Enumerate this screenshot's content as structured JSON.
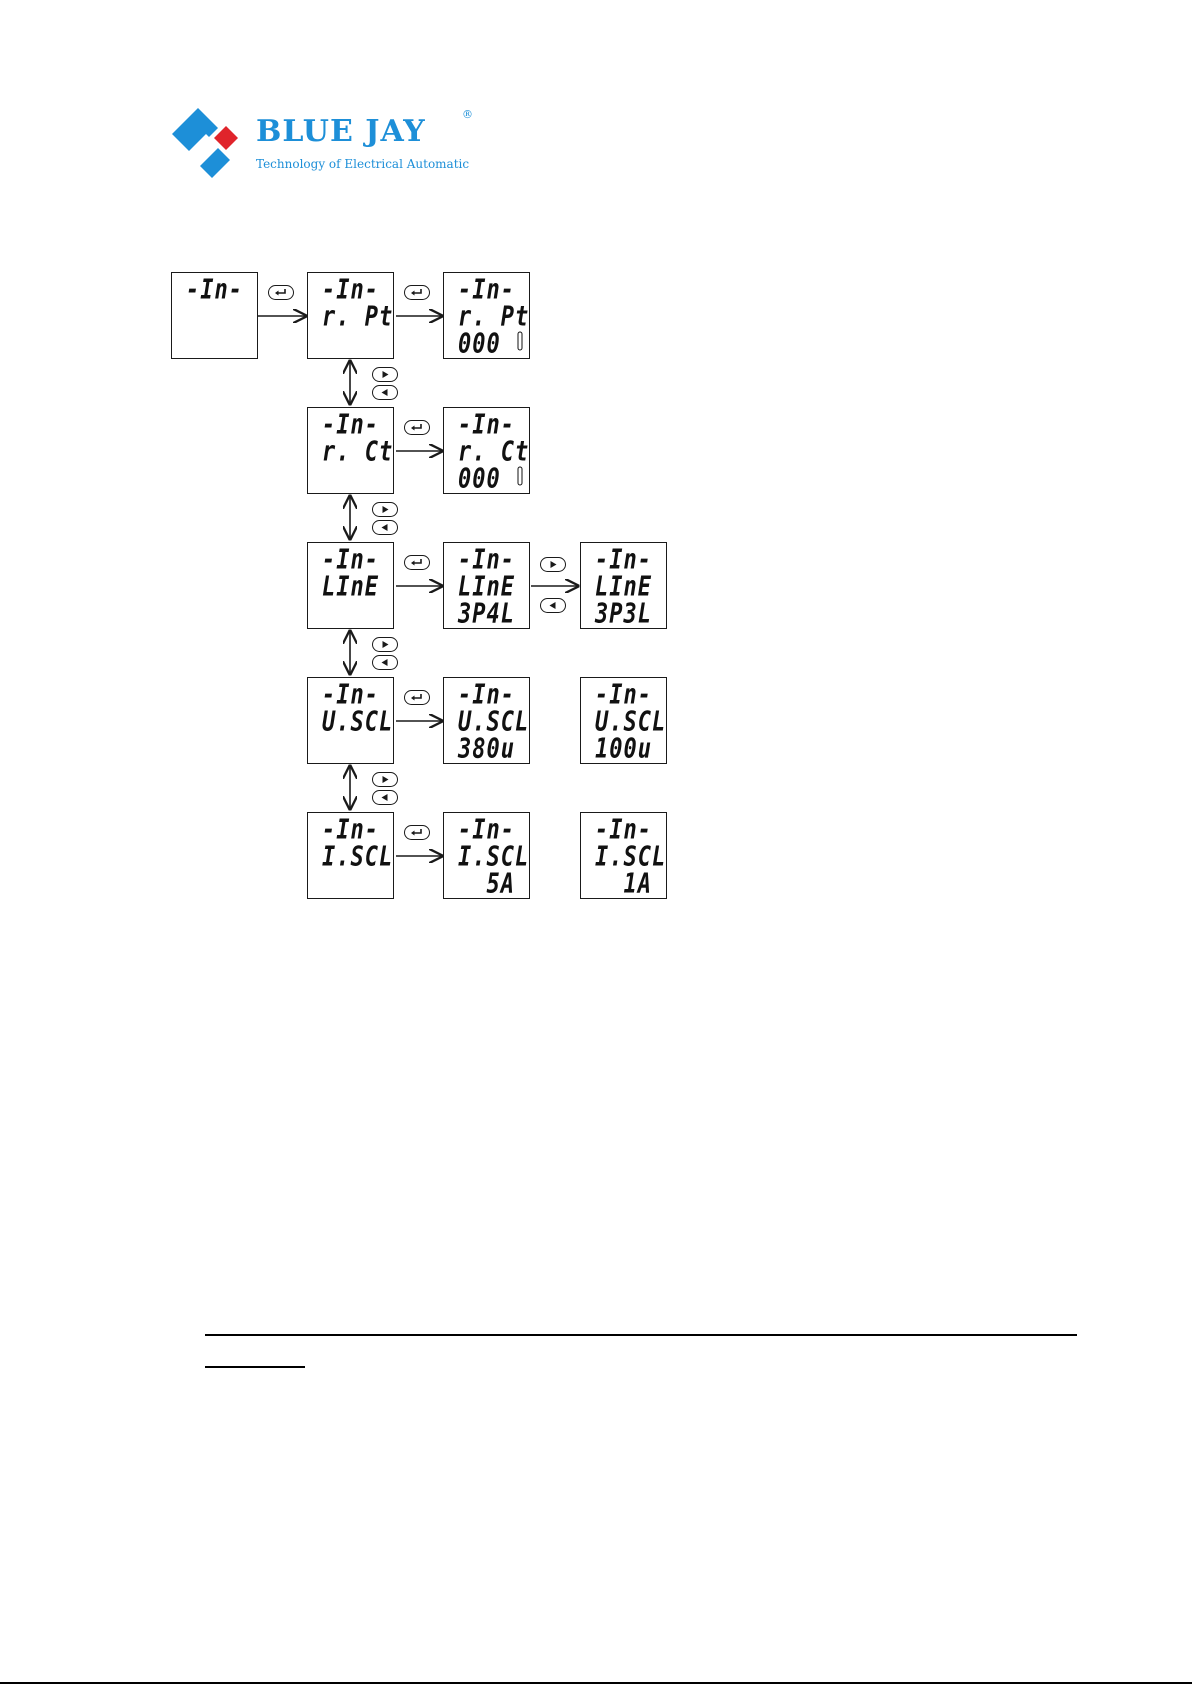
{
  "brand": {
    "name": "BLUE JAY",
    "registered": "®",
    "tagline": "Technology of Electrical Automatic",
    "colors": {
      "blue": "#1d8fd8",
      "red": "#e0242b"
    }
  },
  "diagram": {
    "root": {
      "line1": "-In-"
    },
    "rows": [
      {
        "menu": {
          "line1": "-In-",
          "line2": "r. Pt"
        },
        "setting": {
          "line1": "-In-",
          "line2": "r. Pt",
          "line3": "000"
        }
      },
      {
        "menu": {
          "line1": "-In-",
          "line2": "r. Ct"
        },
        "setting": {
          "line1": "-In-",
          "line2": "r. Ct",
          "line3": "000"
        }
      },
      {
        "menu": {
          "line1": "-In-",
          "line2": "LInE"
        },
        "setting": {
          "line1": "-In-",
          "line2": "LInE",
          "line3": "3P4L"
        },
        "alt": {
          "line1": "-In-",
          "line2": "LInE",
          "line3": "3P3L"
        }
      },
      {
        "menu": {
          "line1": "-In-",
          "line2": "U.SCL"
        },
        "setting": {
          "line1": "-In-",
          "line2": "U.SCL",
          "line3": "380u"
        },
        "alt": {
          "line1": "-In-",
          "line2": "U.SCL",
          "line3": "100u"
        }
      },
      {
        "menu": {
          "line1": "-In-",
          "line2": "I.SCL"
        },
        "setting": {
          "line1": "-In-",
          "line2": "I.SCL",
          "line3": "  5A"
        },
        "alt": {
          "line1": "-In-",
          "line2": "I.SCL",
          "line3": "  1A"
        }
      }
    ],
    "keys": {
      "enter": "enter-key-icon",
      "right": "right-arrow-key-icon",
      "left": "left-arrow-key-icon"
    }
  }
}
